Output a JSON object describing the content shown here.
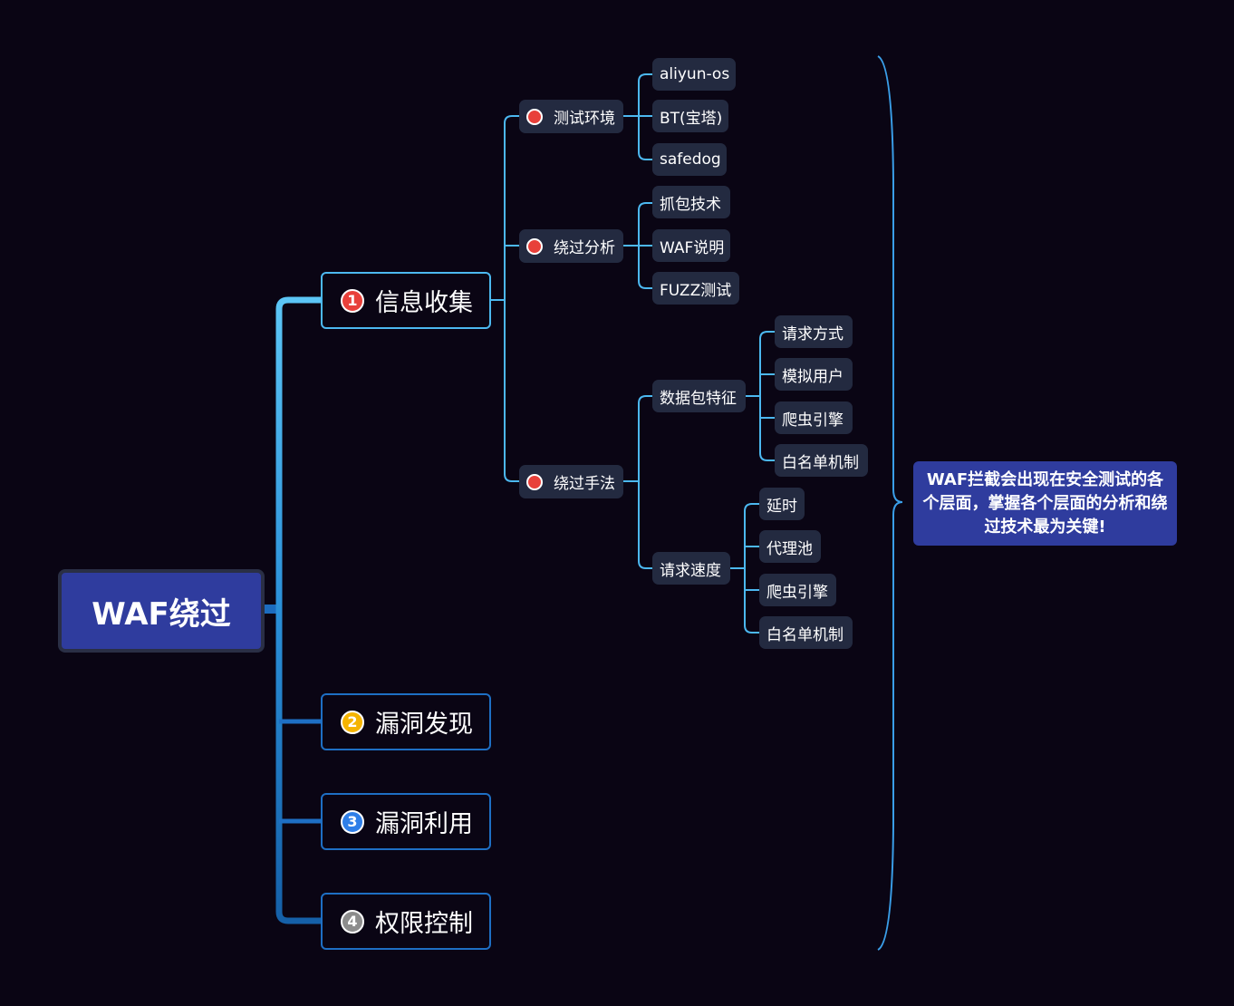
{
  "root": {
    "label": "WAF绕过"
  },
  "branches": [
    {
      "num": "1",
      "label": "信息收集",
      "badge_color": "#e8403a"
    },
    {
      "num": "2",
      "label": "漏洞发现",
      "badge_color": "#f5b400"
    },
    {
      "num": "3",
      "label": "漏洞利用",
      "badge_color": "#2f7fe8"
    },
    {
      "num": "4",
      "label": "权限控制",
      "badge_color": "#8c8c8c"
    }
  ],
  "info": {
    "groups": [
      {
        "label": "测试环境",
        "items": [
          "aliyun-os",
          "BT(宝塔)",
          "safedog"
        ]
      },
      {
        "label": "绕过分析",
        "items": [
          "抓包技术",
          "WAF说明",
          "FUZZ测试"
        ]
      },
      {
        "label": "绕过手法",
        "subgroups": [
          {
            "label": "数据包特征",
            "items": [
              "请求方式",
              "模拟用户",
              "爬虫引擎",
              "白名单机制"
            ]
          },
          {
            "label": "请求速度",
            "items": [
              "延时",
              "代理池",
              "爬虫引擎",
              "白名单机制"
            ]
          }
        ]
      }
    ]
  },
  "summary": {
    "text": "WAF拦截会出现在安全测试的各个层面，掌握各个层面的分析和绕过技术最为关键!"
  },
  "colors": {
    "background": "#0a0514",
    "root_fill": "#2f3c9e",
    "line_light": "#4cb8f0",
    "line_dark": "#1e6fc4",
    "sub_fill": "#232a40",
    "dot": "#e8403a"
  }
}
